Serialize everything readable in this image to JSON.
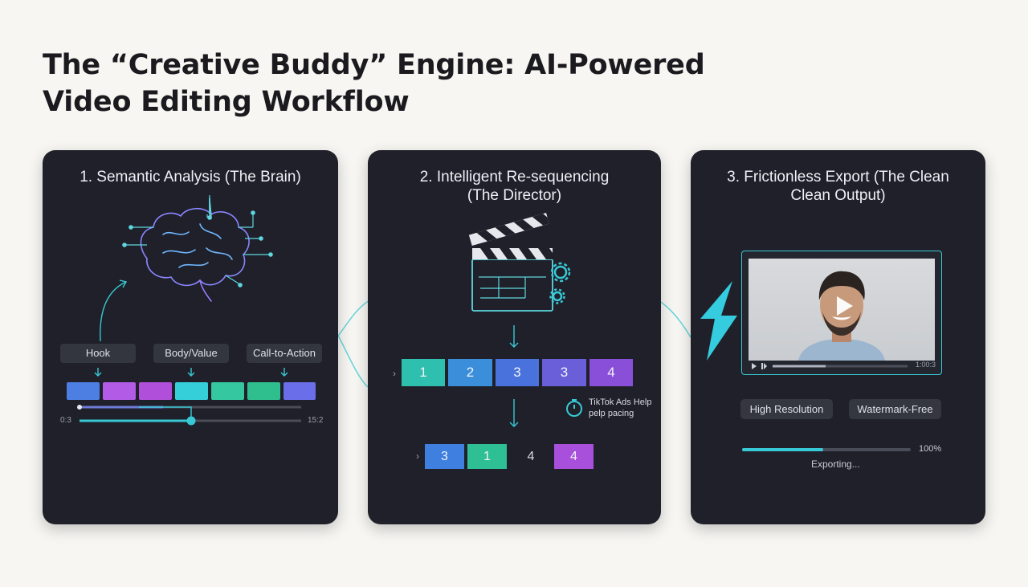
{
  "title": {
    "line1": "The “Creative Buddy” Engine: AI-Powered",
    "line2": "Video Editing Workflow"
  },
  "panel1": {
    "title": "1. Semantic Analysis (The Brain)",
    "labels": [
      "Hook",
      "Body/Value",
      "Call-to-Action"
    ],
    "timeline_start": "0:3",
    "timeline_end": "15:2"
  },
  "panel2": {
    "title_line1": "2. Intelligent Re-sequencing",
    "title_line2": "(The Director)",
    "sequence_before": [
      "1",
      "2",
      "3",
      "3",
      "4"
    ],
    "tip_line1": "TikTok Ads Help",
    "tip_line2": "pelp pacing",
    "sequence_after": [
      "3",
      "1",
      "4",
      "4"
    ]
  },
  "panel3": {
    "title_line1": "3. Frictionless Export (The Clean",
    "title_line2": "Clean Output)",
    "player_time": "1:00:3",
    "tags": [
      "High Resolution",
      "Watermark-Free"
    ],
    "export_progress_pct": 100,
    "export_progress_label": "100%",
    "export_status": "Exporting..."
  },
  "colors": {
    "accent_teal": "#38c9d6",
    "brain_purple": "#9b7bff",
    "card_bg": "#1f2029",
    "block_blue": "#4d7fe3",
    "block_magenta": "#b15be6",
    "block_teal": "#35cfd9",
    "block_green": "#34c7a0",
    "block_indigo": "#6a6ee8",
    "lightning": "#36d6e8"
  },
  "icons": [
    "brain-icon",
    "clapperboard-icon",
    "gear-icon",
    "stopwatch-icon",
    "lightning-icon",
    "play-icon",
    "arrow-down-icon"
  ]
}
